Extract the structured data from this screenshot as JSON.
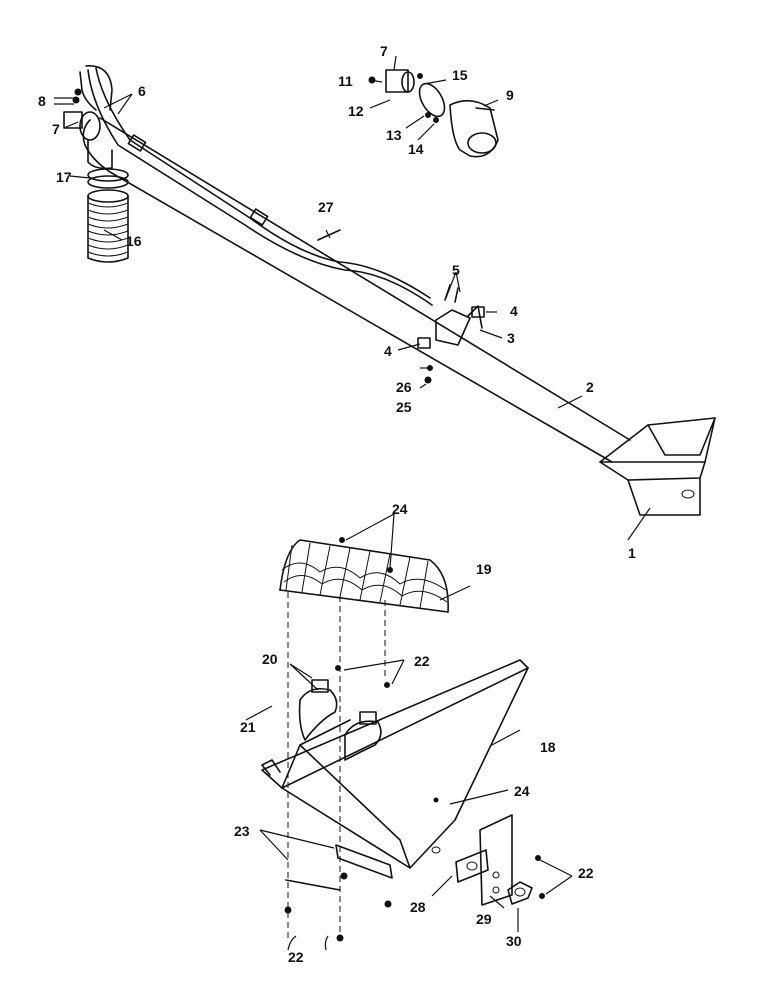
{
  "callouts": {
    "c1": "1",
    "c2": "2",
    "c3": "3",
    "c4a": "4",
    "c4b": "4",
    "c5": "5",
    "c6": "6",
    "c7a": "7",
    "c7b": "7",
    "c8": "8",
    "c9": "9",
    "c11": "11",
    "c12": "12",
    "c13": "13",
    "c14": "14",
    "c15": "15",
    "c16": "16",
    "c17": "17",
    "c18": "18",
    "c19": "19",
    "c20": "20",
    "c21": "21",
    "c22a": "22",
    "c22b": "22",
    "c22c": "22",
    "c23": "23",
    "c24a": "24",
    "c24b": "24",
    "c25": "25",
    "c26": "26",
    "c27": "27",
    "c28": "28",
    "c29": "29",
    "c30": "30"
  }
}
